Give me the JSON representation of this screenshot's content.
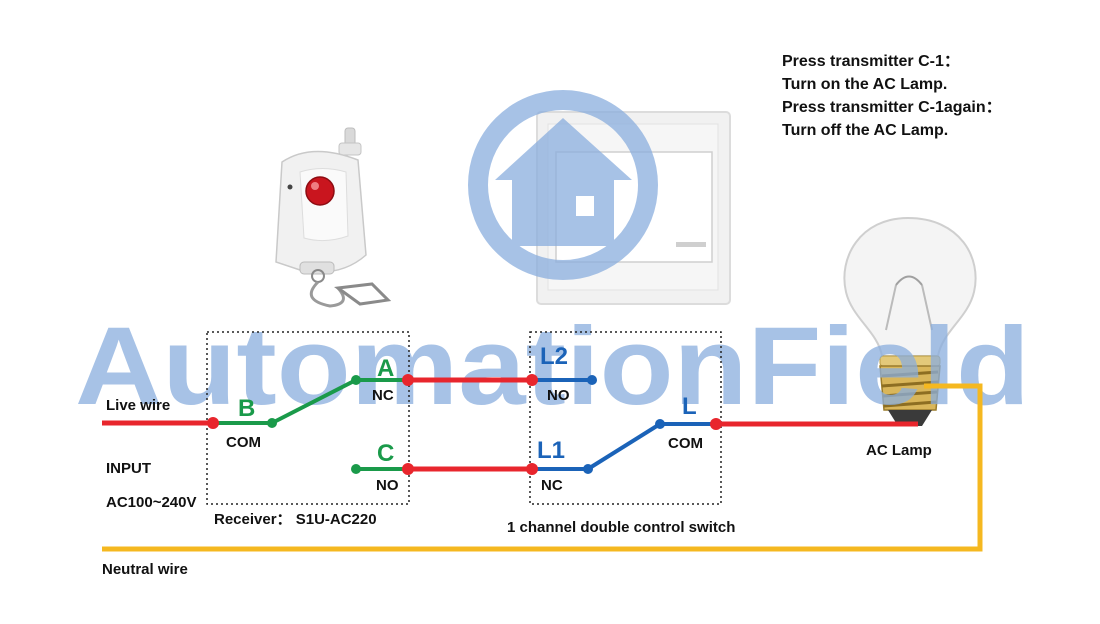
{
  "watermark": "AutomationField",
  "instructions": [
    "Press transmitter C-1：",
    "Turn on the AC Lamp.",
    "Press transmitter C-1again：",
    "Turn off the AC Lamp."
  ],
  "labels": {
    "live_wire": "Live wire",
    "input": "INPUT",
    "input_voltage": "AC100~240V",
    "neutral_wire": "Neutral wire",
    "receiver": "Receiver：  S1U-AC220",
    "switch": "1 channel double control switch",
    "lamp": "AC Lamp"
  },
  "terminals": {
    "a": "A",
    "b": "B",
    "c": "C",
    "nc": "NC",
    "no": "NO",
    "com": "COM",
    "l": "L",
    "l1": "L1",
    "l2": "L2"
  },
  "colors": {
    "live": "#e8262d",
    "neutral": "#f5b820",
    "receiver_contact": "#1a9a4a",
    "switch_contact": "#1b63b8",
    "watermark": "#8aaede"
  }
}
